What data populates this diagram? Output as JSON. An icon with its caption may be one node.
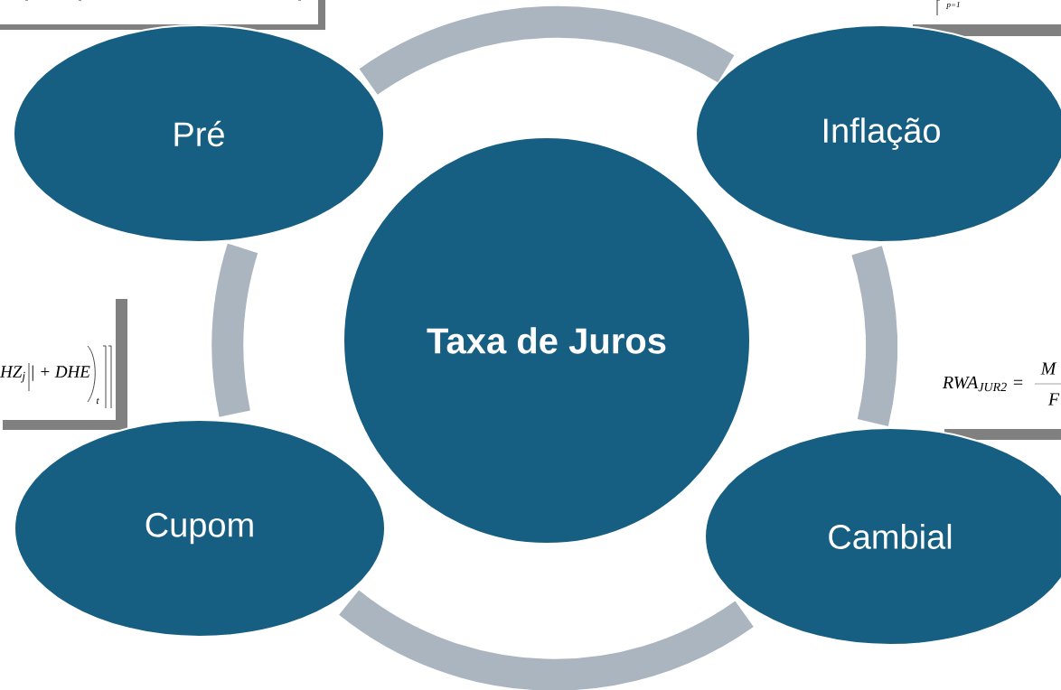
{
  "diagram": {
    "nodes": [
      {
        "text": [
          "Taxa de Juros"
        ]
      },
      {
        "text": [
          "Pré"
        ]
      },
      {
        "text": [
          "Inflação"
        ]
      },
      {
        "text": [
          "Cupom"
        ]
      },
      {
        "text": [
          "Cambial"
        ]
      }
    ],
    "edges": [
      {
        "from": 1,
        "to": 2,
        "arrow": "none"
      },
      {
        "from": 2,
        "to": 4,
        "arrow": "none"
      },
      {
        "from": 4,
        "to": 3,
        "arrow": "none"
      },
      {
        "from": 3,
        "to": 1,
        "arrow": "none"
      }
    ],
    "labels": [
      "p=1",
      "HZ$_{j}$ | + DHE",
      "t",
      "RWA$_{JUR2}$ =",
      "M",
      "F"
    ]
  }
}
